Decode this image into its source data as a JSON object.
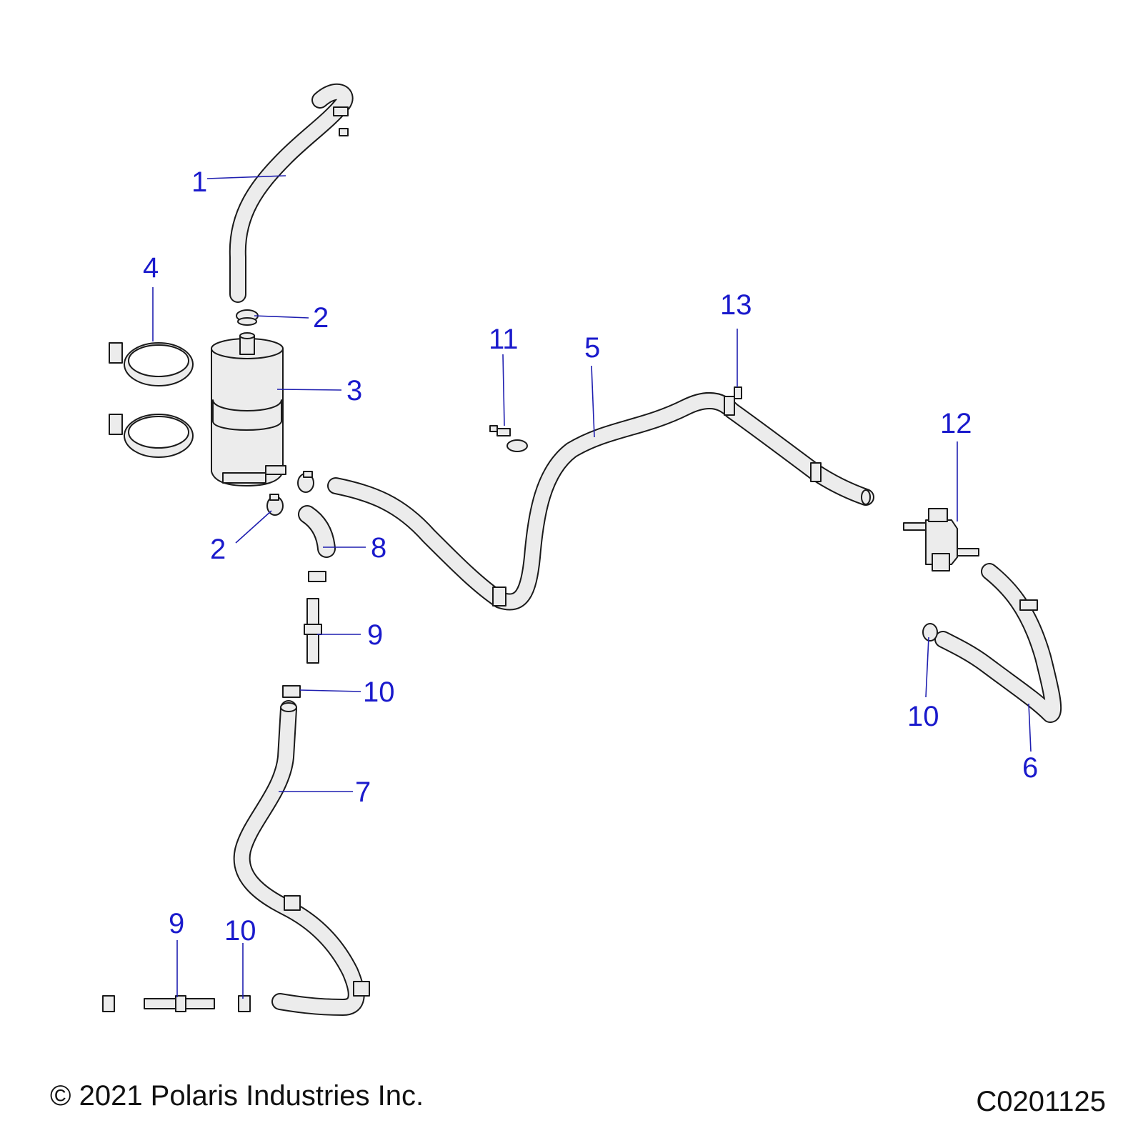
{
  "callouts": {
    "c1": "1",
    "c2a": "2",
    "c2b": "2",
    "c3": "3",
    "c4": "4",
    "c5": "5",
    "c6": "6",
    "c7": "7",
    "c8": "8",
    "c9a": "9",
    "c9b": "9",
    "c10a": "10",
    "c10b": "10",
    "c10c": "10",
    "c11": "11",
    "c12": "12",
    "c13": "13"
  },
  "footer": {
    "copyright": "© 2021 Polaris Industries Inc.",
    "drawing_id": "C0201125"
  },
  "colors": {
    "callout": "#1a1acc",
    "leader": "#1f1fb0",
    "part_fill": "#ececec",
    "outline": "#1a1a1a"
  }
}
